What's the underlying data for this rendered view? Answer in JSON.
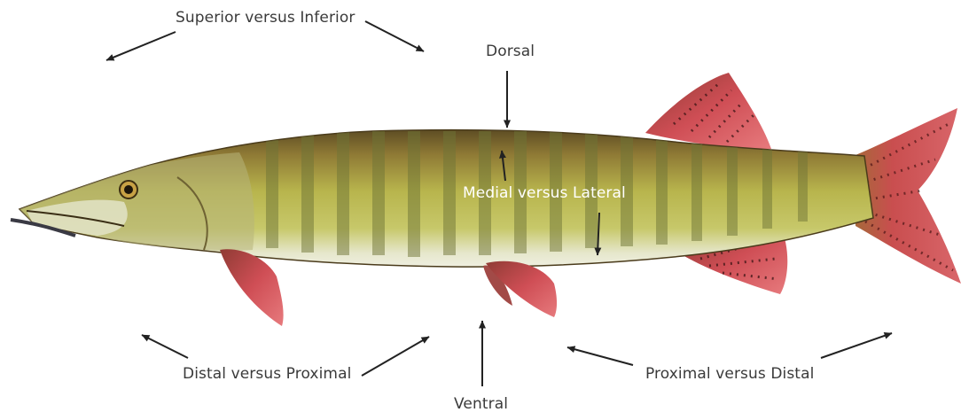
{
  "diagram": {
    "labels": {
      "superior_inferior": "Superior versus Inferior",
      "dorsal": "Dorsal",
      "medial_lateral": "Medial versus Lateral",
      "distal_proximal": "Distal versus Proximal",
      "ventral": "Ventral",
      "proximal_distal": "Proximal versus Distal"
    },
    "colors": {
      "label_text": "#3a3a3a",
      "label_on_fish": "#ffffff",
      "arrow": "#222222",
      "fish_back": "#6b5a2c",
      "fish_body": "#b9b84e",
      "fish_belly": "#e8e9cf",
      "fin": "#c8474c"
    }
  }
}
